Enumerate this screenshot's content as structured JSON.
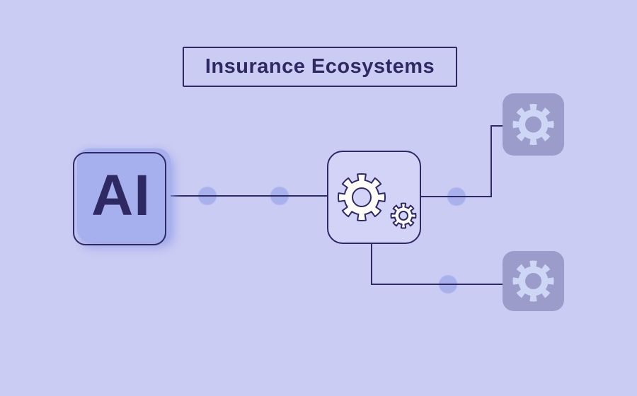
{
  "title": {
    "label": "Insurance Ecosystems"
  },
  "nodes": {
    "ai": {
      "label": "AI",
      "role": "input-node"
    },
    "process": {
      "role": "processing-node",
      "icon": "gears-icon"
    },
    "output_top": {
      "role": "output-node",
      "icon": "gear-icon"
    },
    "output_bottom": {
      "role": "output-node",
      "icon": "gear-icon"
    }
  },
  "colors": {
    "background": "#cbccf3",
    "ink": "#2e2963",
    "accent_periwinkle": "#a6b0ee",
    "connector_dot": "#a4aeec",
    "output_box": "#9b9cca",
    "gear_light": "#ced6f5",
    "gear_white": "#fffefa",
    "process_box_fill": "#d2d3f7"
  }
}
